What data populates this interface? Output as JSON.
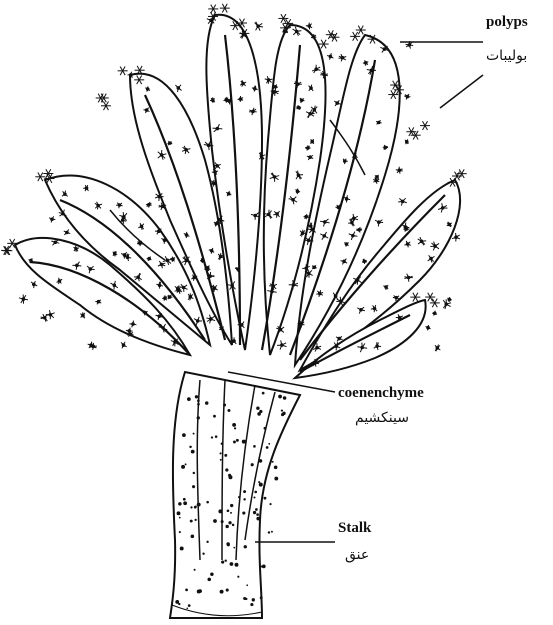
{
  "labels": {
    "polyps": {
      "en": "polyps",
      "ar": "بوليبات"
    },
    "coenenchyme": {
      "en": "coenenchyme",
      "ar": "سينكشيم"
    },
    "stalk": {
      "en": "Stalk",
      "ar": "عنق"
    }
  },
  "colors": {
    "ink": "#111111",
    "background": "#ffffff"
  }
}
